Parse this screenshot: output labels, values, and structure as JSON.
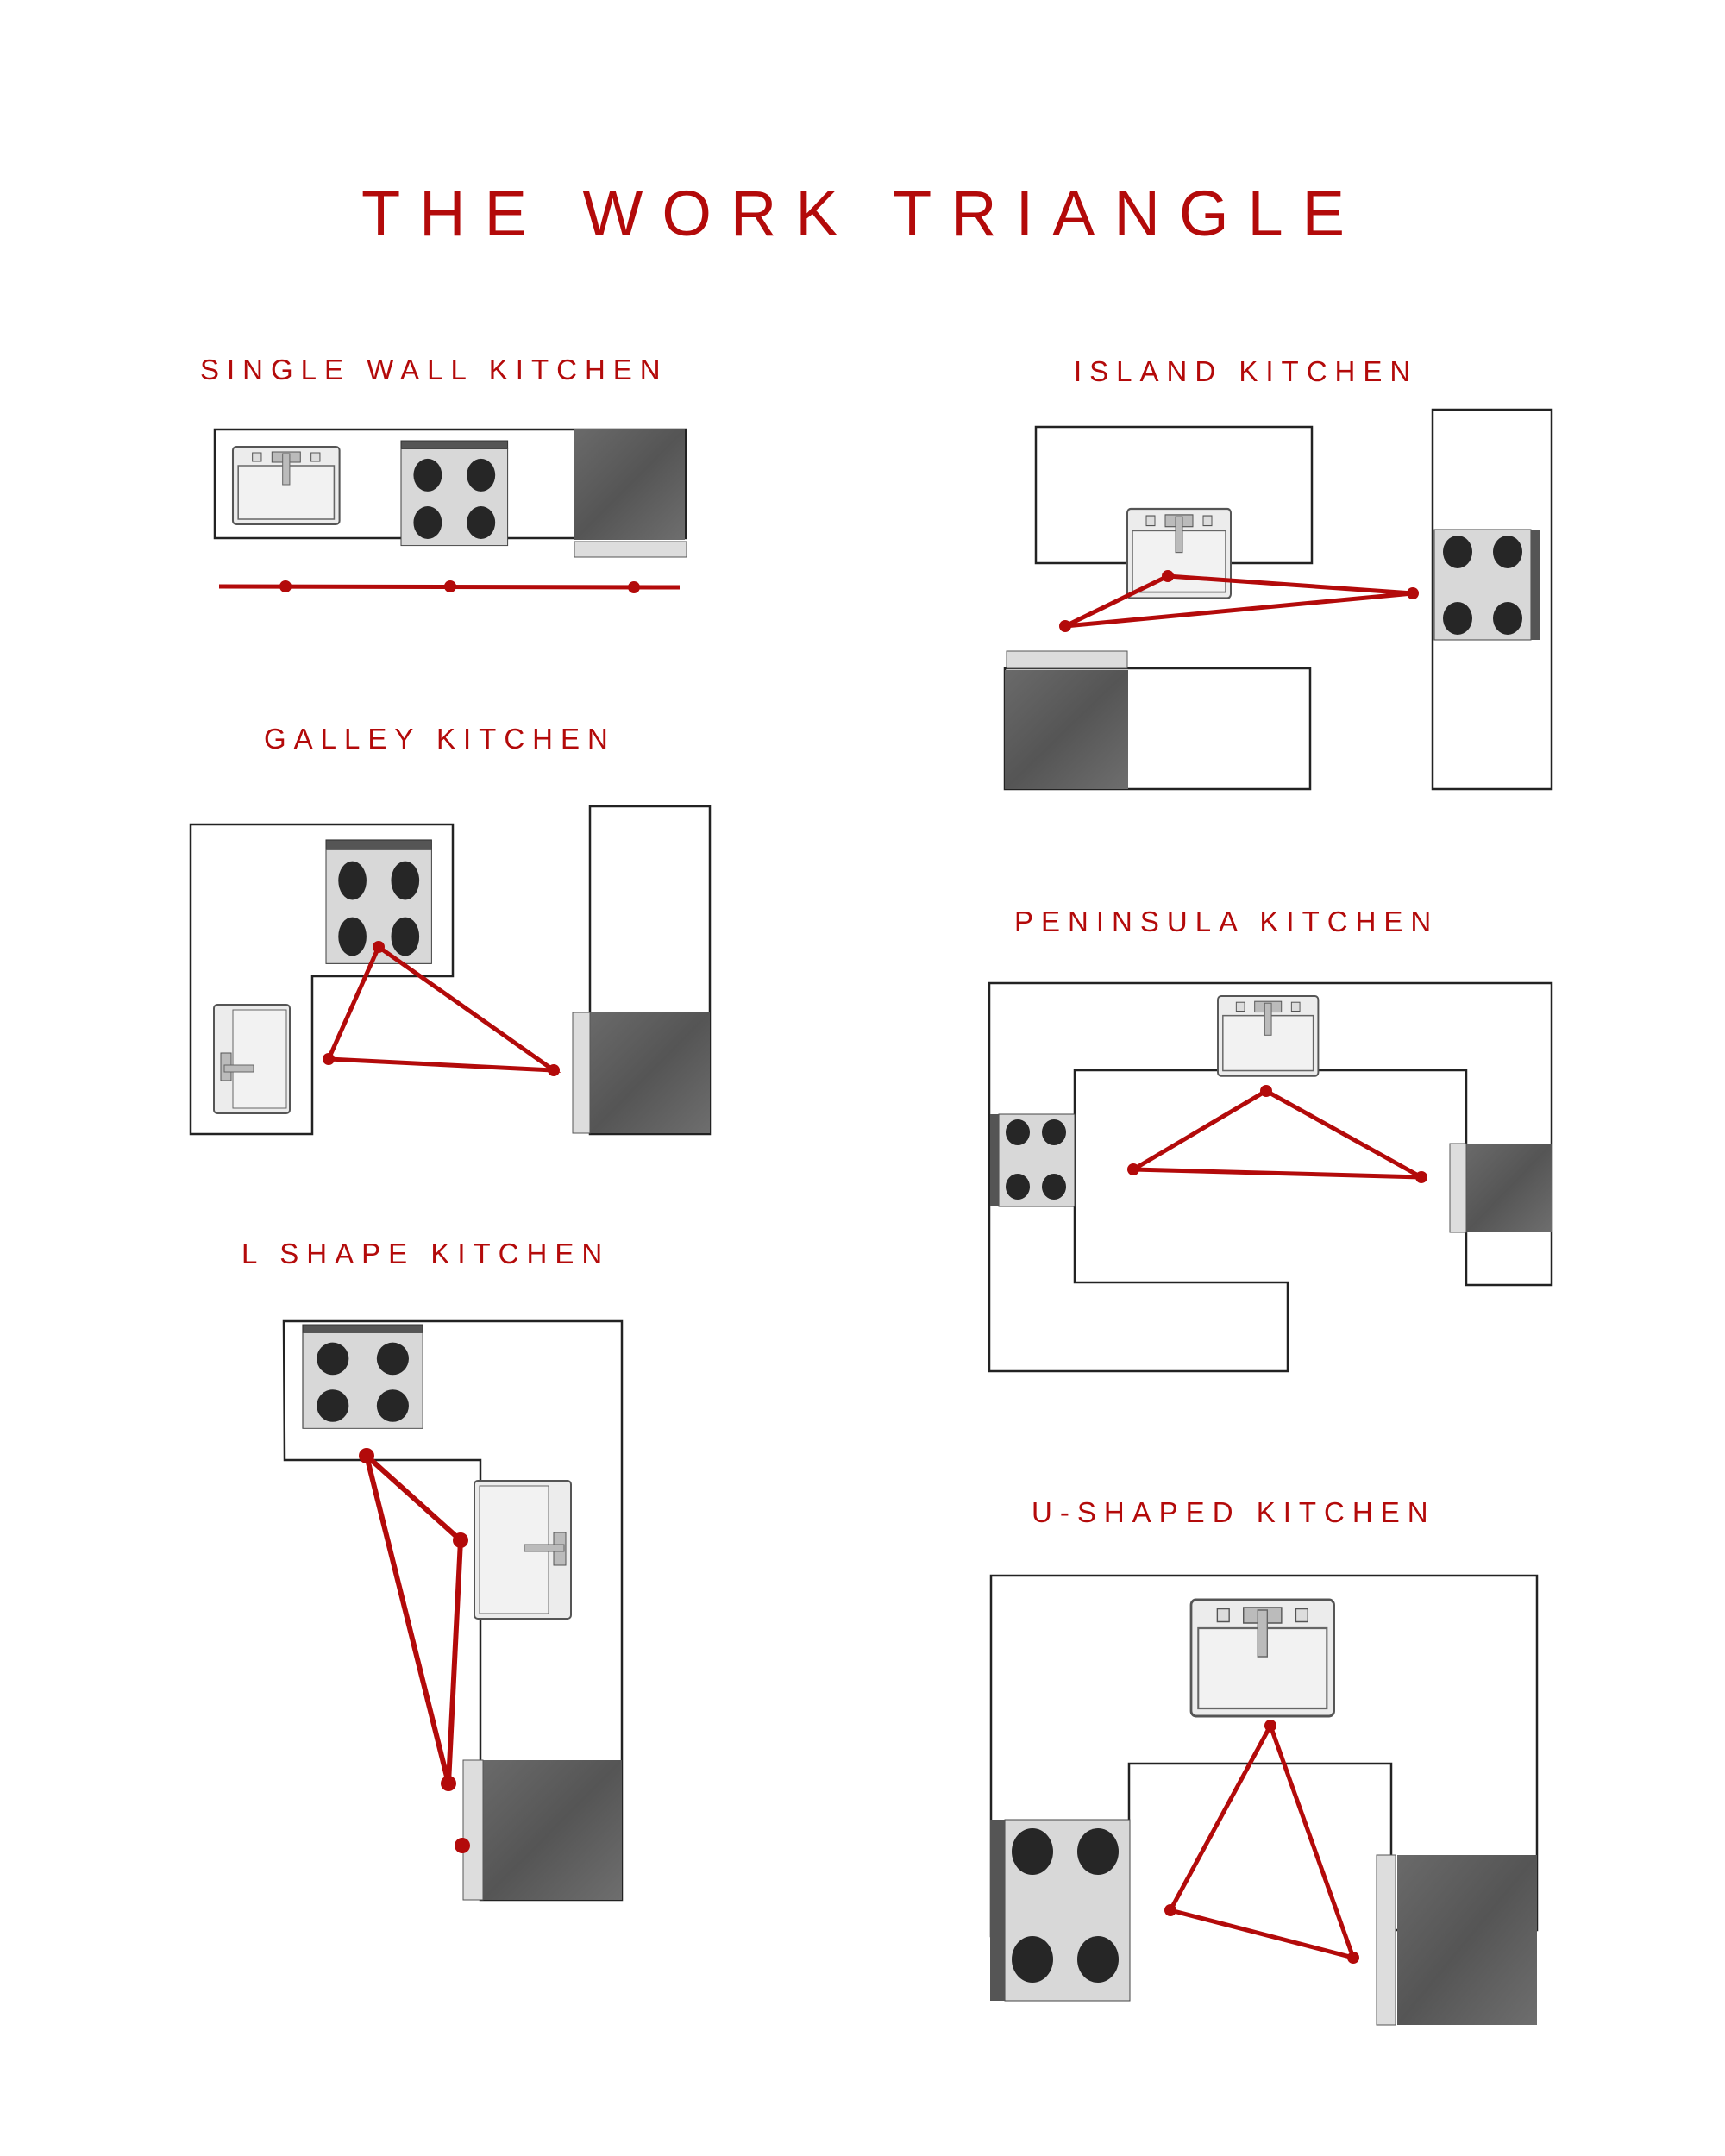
{
  "title": "THE WORK TRIANGLE",
  "accent_color": "#b30a0a",
  "layouts": [
    {
      "id": "single-wall",
      "label": "SINGLE WALL KITCHEN",
      "appliances": [
        "sink",
        "stove",
        "refrigerator"
      ]
    },
    {
      "id": "island",
      "label": "ISLAND KITCHEN",
      "appliances": [
        "sink",
        "stove",
        "refrigerator"
      ]
    },
    {
      "id": "galley",
      "label": "GALLEY KITCHEN",
      "appliances": [
        "stove",
        "sink",
        "refrigerator"
      ]
    },
    {
      "id": "peninsula",
      "label": "PENINSULA KITCHEN",
      "appliances": [
        "sink",
        "stove",
        "refrigerator"
      ]
    },
    {
      "id": "l-shape",
      "label": "L SHAPE KITCHEN",
      "appliances": [
        "stove",
        "sink",
        "refrigerator"
      ]
    },
    {
      "id": "u-shaped",
      "label": "U-SHAPED KITCHEN",
      "appliances": [
        "sink",
        "stove",
        "refrigerator"
      ]
    }
  ]
}
